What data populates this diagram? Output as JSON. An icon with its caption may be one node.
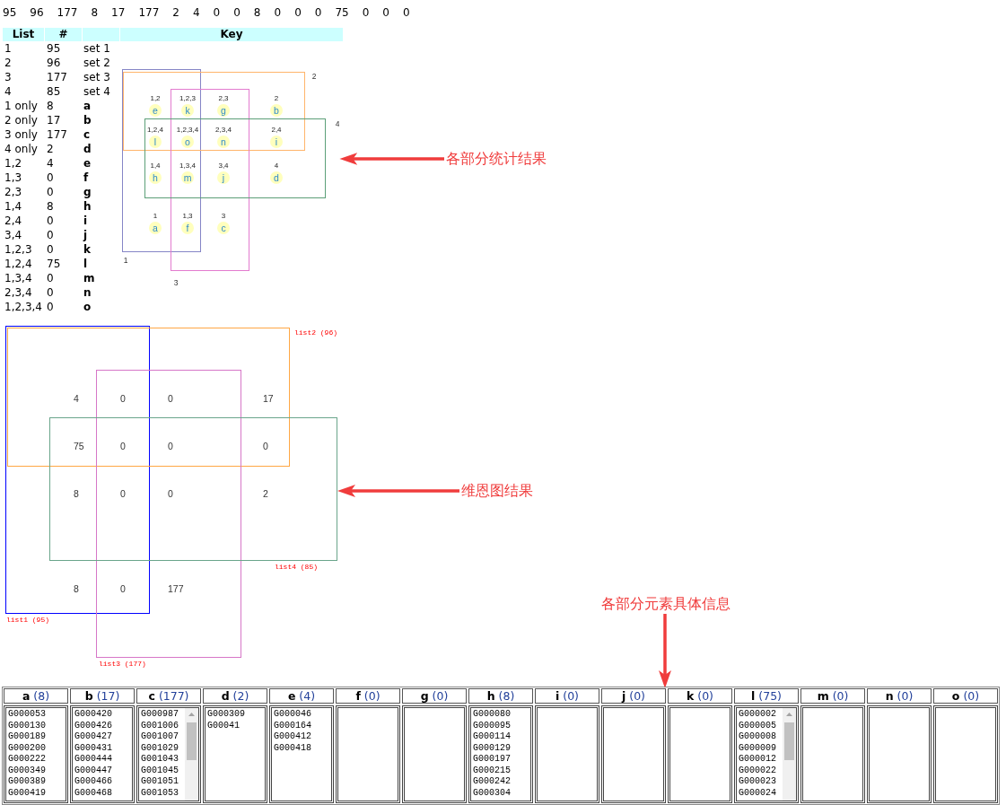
{
  "diagram": {
    "nodes": [
      {
        "text": [
          "1"
        ]
      },
      {
        "text": [
          "2"
        ]
      },
      {
        "text": [
          "3"
        ]
      },
      {
        "text": [
          "4"
        ]
      },
      {
        "text": [
          "e"
        ],
        "beside": [
          "1,2"
        ]
      },
      {
        "text": [
          "k"
        ],
        "beside": [
          "1,2,3"
        ]
      },
      {
        "text": [
          "g"
        ],
        "beside": [
          "2,3"
        ]
      },
      {
        "text": [
          "b"
        ],
        "beside": [
          "2"
        ],
        "in": 1
      },
      {
        "text": [
          "l"
        ],
        "beside": [
          "1,2,4"
        ]
      },
      {
        "text": [
          "o"
        ],
        "beside": [
          "1,2,3,4"
        ]
      },
      {
        "text": [
          "n"
        ],
        "beside": [
          "2,3,4"
        ]
      },
      {
        "text": [
          "i"
        ],
        "beside": [
          "2,4"
        ]
      },
      {
        "text": [
          "h"
        ],
        "beside": [
          "1,4"
        ]
      },
      {
        "text": [
          "m"
        ],
        "beside": [
          "1,3,4"
        ]
      },
      {
        "text": [
          "j"
        ],
        "beside": [
          "3,4"
        ]
      },
      {
        "text": [
          "d"
        ],
        "beside": [
          "4"
        ],
        "in": 3
      },
      {
        "text": [
          "a"
        ],
        "beside": [
          "1"
        ],
        "in": 0
      },
      {
        "text": [
          "f"
        ],
        "beside": [
          "1,3"
        ]
      },
      {
        "text": [
          "c"
        ],
        "beside": [
          "3"
        ],
        "in": 2
      },
      {
        "text": [
          "各部分统计结果"
        ]
      },
      {
        "text": [
          "list1 (95)"
        ]
      },
      {
        "text": [
          "list2 (96)"
        ]
      },
      {
        "text": [
          "list3 (177)"
        ]
      },
      {
        "text": [
          "list4 (85)"
        ]
      },
      {
        "text": [
          "维恩图结果"
        ]
      },
      {
        "text": [
          "各部分元素具体信息"
        ]
      },
      {
        "text": [
          "**a** (8)"
        ]
      },
      {
        "text": [
          "**b** (17)"
        ]
      },
      {
        "text": [
          "**c** (177)"
        ]
      },
      {
        "text": [
          "**d** (2)"
        ]
      },
      {
        "text": [
          "**e** (4)"
        ]
      },
      {
        "text": [
          "**f** (0)"
        ]
      },
      {
        "text": [
          "**g** (0)"
        ]
      },
      {
        "text": [
          "**h** (8)"
        ]
      },
      {
        "text": [
          "**i** (0)"
        ]
      },
      {
        "text": [
          "**j** (0)"
        ]
      },
      {
        "text": [
          "**k** (0)"
        ]
      },
      {
        "text": [
          "**l** (75)"
        ]
      },
      {
        "text": [
          "**m** (0)"
        ]
      },
      {
        "text": [
          "**n** (0)"
        ]
      },
      {
        "text": [
          "**o** (0)"
        ]
      },
      {
        "text": [
          "G000053",
          "G000130",
          "G000189",
          "G000200",
          "G000222",
          "G000349",
          "G000389",
          "G000419"
        ]
      },
      {
        "text": [
          "G000420",
          "G000426",
          "G000427",
          "G000431",
          "G000444",
          "G000447",
          "G000466",
          "G000468"
        ]
      },
      {
        "text": [
          "G000987",
          "G001006",
          "G001007",
          "G001029",
          "G001043",
          "G001045",
          "G001051",
          "G001053"
        ]
      },
      {
        "text": [
          "G000309",
          "G00041"
        ]
      },
      {
        "text": [
          "G000046",
          "G000164",
          "G000412",
          "G000418"
        ]
      },
      {
        "text": [],
        "shape": "box"
      },
      {
        "text": [],
        "shape": "box"
      },
      {
        "text": [
          "G000080",
          "G000095",
          "G000114",
          "G000129",
          "G000197",
          "G000215",
          "G000242",
          "G000304"
        ]
      },
      {
        "text": [],
        "shape": "box"
      },
      {
        "text": [],
        "shape": "box"
      },
      {
        "text": [],
        "shape": "box"
      },
      {
        "text": [
          "G000002",
          "G000005",
          "G000008",
          "G000009",
          "G000012",
          "G000022",
          "G000023",
          "G000024"
        ]
      },
      {
        "text": [],
        "shape": "box"
      },
      {
        "text": [],
        "shape": "box"
      },
      {
        "text": [],
        "shape": "box"
      }
    ],
    "edges": [
      {
        "from": 19,
        "to": 3,
        "arrow": "to"
      },
      {
        "from": 24,
        "to": 23,
        "arrow": "to"
      },
      {
        "from": 25,
        "to": 35,
        "arrow": "to"
      }
    ],
    "labels": [
      "95",
      "96",
      "177",
      "8",
      "17",
      "177",
      "2",
      "4",
      "0",
      "0",
      "8",
      "0",
      "0",
      "0",
      "75",
      "0",
      "0",
      "0",
      "List",
      "#",
      "Key",
      "1",
      "95",
      "set 1",
      "2",
      "96",
      "set 2",
      "3",
      "177",
      "set 3",
      "4",
      "85",
      "set 4",
      "1 only",
      "8",
      "a",
      "2 only",
      "17",
      "b",
      "3 only",
      "177",
      "c",
      "4 only",
      "2",
      "d",
      "1,2",
      "4",
      "e",
      "1,3",
      "0",
      "f",
      "2,3",
      "0",
      "g",
      "1,4",
      "8",
      "h",
      "2,4",
      "0",
      "i",
      "3,4",
      "0",
      "j",
      "1,2,3",
      "0",
      "k",
      "1,2,4",
      "75",
      "l",
      "1,3,4",
      "0",
      "m",
      "2,3,4",
      "0",
      "n",
      "1,2,3,4",
      "0",
      "o",
      "4",
      "0",
      "0",
      "17",
      "75",
      "0",
      "0",
      "0",
      "8",
      "0",
      "0",
      "2",
      "8",
      "0",
      "177"
    ]
  }
}
